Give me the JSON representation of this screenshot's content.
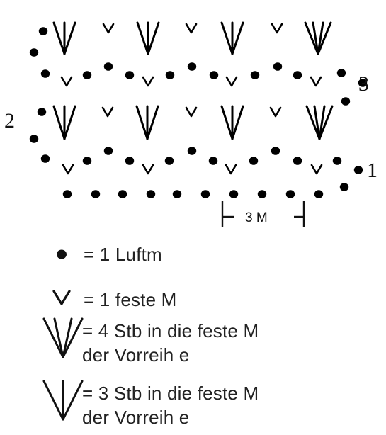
{
  "diagram": {
    "rows": [
      {
        "label": "1"
      },
      {
        "label": "2"
      },
      {
        "label": "3"
      }
    ],
    "repeat_label": "3 M",
    "ink_color": "#000000"
  },
  "legend": {
    "items": [
      {
        "symbol": "dot-icon",
        "text": "= 1 Luftm"
      },
      {
        "symbol": "v-icon",
        "text": "= 1 feste M"
      },
      {
        "symbol": "fan-4-icon",
        "text_line1": "= 4 Stb in  die feste M",
        "text_line2": "der Vorreih e"
      },
      {
        "symbol": "fan-3-icon",
        "text_line1": "= 3 Stb in  die feste M",
        "text_line2": "der Vorreih e"
      }
    ]
  }
}
